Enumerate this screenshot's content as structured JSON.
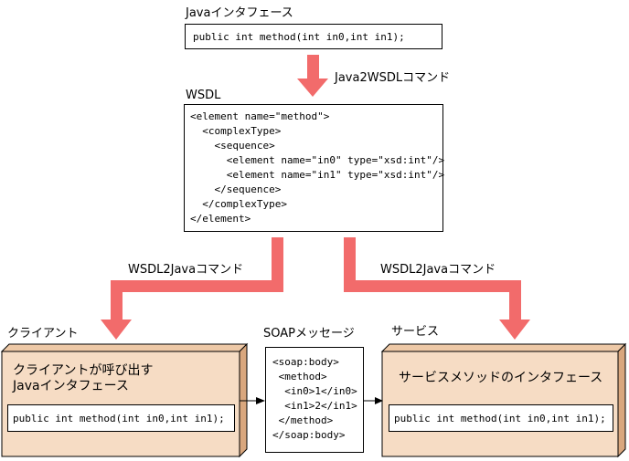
{
  "java_interface": {
    "title": "Javaインタフェース",
    "code": "public int method(int in0,int in1);"
  },
  "java2wsdl": {
    "label": "Java2WSDLコマンド"
  },
  "wsdl": {
    "title": "WSDL",
    "lines": [
      "<element name=\"method\">",
      "  <complexType>",
      "    <sequence>",
      "      <element name=\"in0\" type=\"xsd:int\"/>",
      "      <element name=\"in1\" type=\"xsd:int\"/>",
      "    </sequence>",
      "  </complexType>",
      "</element>"
    ]
  },
  "wsdl2java_left": {
    "label": "WSDL2Javaコマンド"
  },
  "wsdl2java_right": {
    "label": "WSDL2Javaコマンド"
  },
  "client": {
    "title": "クライアント",
    "heading_line1": "クライアントが呼び出す",
    "heading_line2": "Javaインタフェース",
    "code": "public int method(int in0,int in1);"
  },
  "soap": {
    "title": "SOAPメッセージ",
    "lines": [
      "<soap:body>",
      " <method>",
      "  <in0>1</in0>",
      "  <in1>2</in1>",
      " </method>",
      "</soap:body>"
    ]
  },
  "service": {
    "title": "サービス",
    "heading": "サービスメソッドのインタフェース",
    "code": "public int method(int in0,int in1);"
  },
  "colors": {
    "arrow": "#f26b6b",
    "panel": "#f6dcc4",
    "panel_side": "#d9a77e"
  }
}
